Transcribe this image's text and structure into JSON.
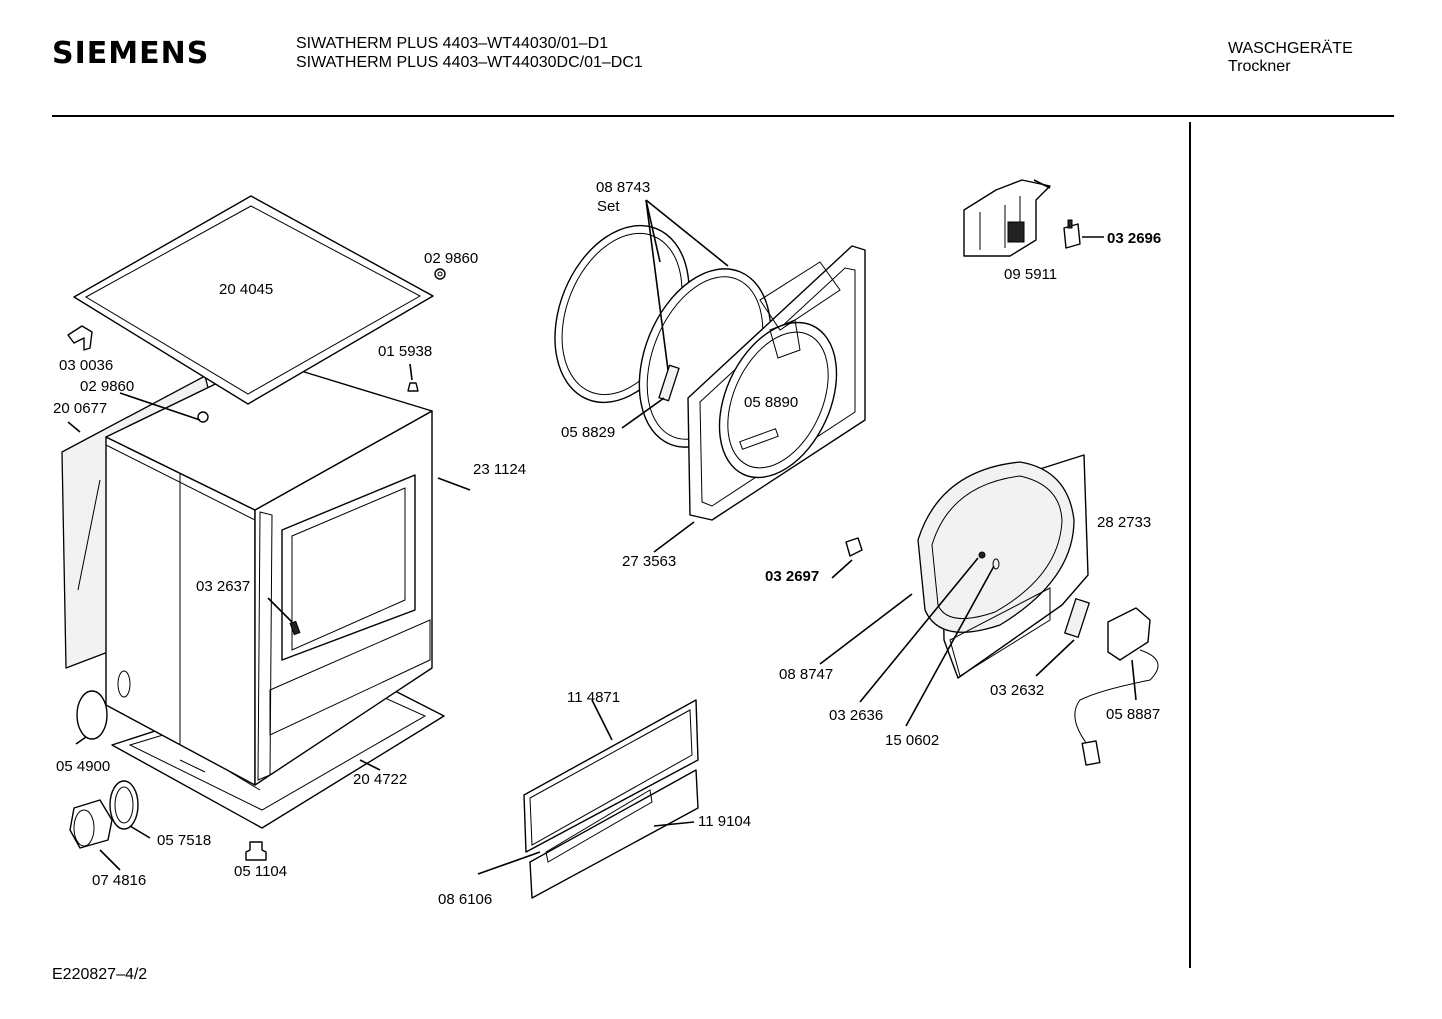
{
  "header": {
    "brand": "SIEMENS",
    "model_line_1": "SIWATHERM PLUS 4403–WT44030/01–D1",
    "model_line_2": "SIWATHERM PLUS 4403–WT44030DC/01–DC1",
    "category": "WASCHGERÄTE",
    "subcategory": "Trockner"
  },
  "footer": {
    "doc_id": "E220827–4/2"
  },
  "parts": {
    "top_cover": "20 4045",
    "plug_top": "02 9860",
    "bracket": "03 0036",
    "screw_small": "01 5938",
    "plug_side": "02 9860",
    "rear_panel": "20 0677",
    "cabinet": "23 1124",
    "clip_inner": "03 2637",
    "hose_cap": "05 4900",
    "gasket_ring": "05 7518",
    "drain_connector": "07 4816",
    "foot": "05 1104",
    "base_frame": "20 4722",
    "seal_set": "08 8743",
    "seal_set_note": "Set",
    "felt_strip": "05 8829",
    "front_bearing": "05 8890",
    "front_frame": "27 3563",
    "lint_switch": "09 5911",
    "microswitch": "03 2696",
    "connector_small": "03 2697",
    "door_frame": "28 2733",
    "door_seal": "08 8747",
    "door_screw": "03 2636",
    "door_pin": "15 0602",
    "catch_plate": "03 2632",
    "door_lock": "05 8887",
    "control_panel": "11 4871",
    "plinth": "11 9104",
    "plinth_trim": "08 6106"
  }
}
